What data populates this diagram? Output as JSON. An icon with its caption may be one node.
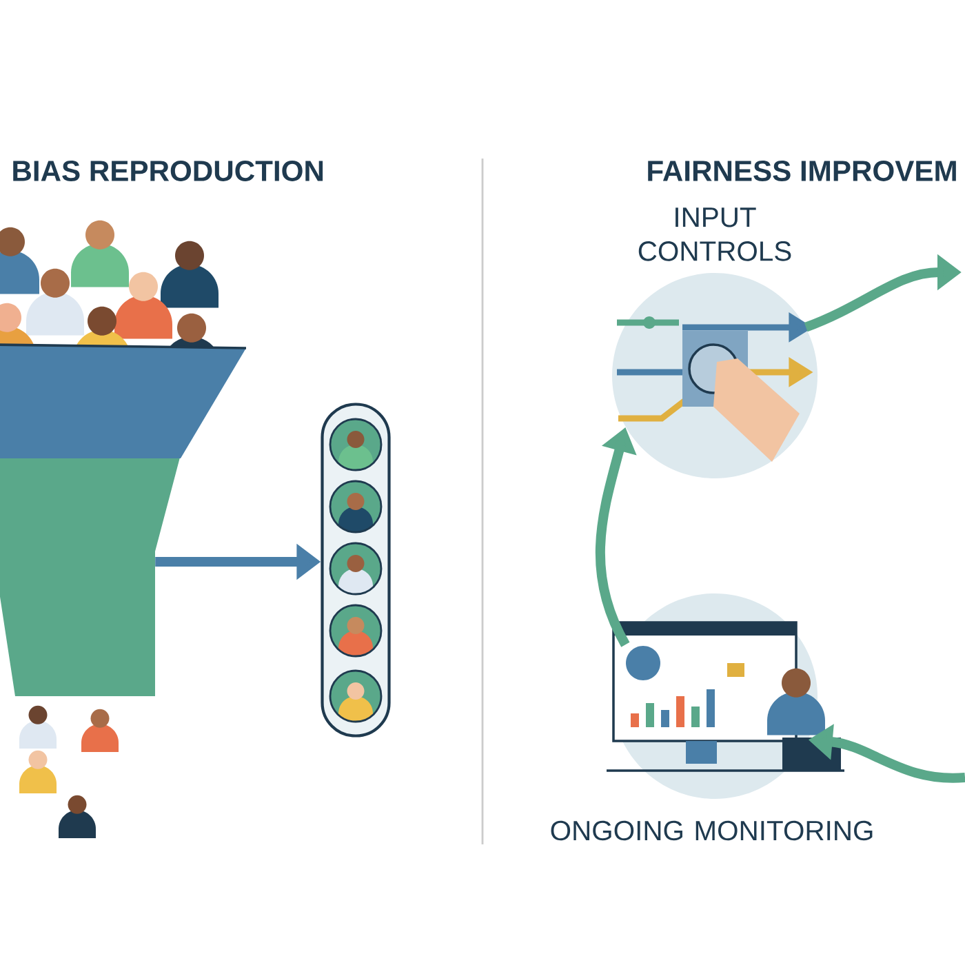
{
  "diagram": {
    "nodes": [
      {
        "text": [],
        "shape": "picture"
      },
      {
        "text": [],
        "shape": "box"
      },
      {
        "text": [
          "INPUT CONTROLS"
        ]
      },
      {
        "text": [
          "ONGOING MONITORING"
        ]
      }
    ],
    "edges": [
      {
        "from": 0,
        "to": 1,
        "arrow": "to",
        "color": "#4a7fa8"
      },
      {
        "from": 3,
        "to": 2,
        "arrow": "to"
      },
      {
        "from": 2,
        "to": null,
        "arrow": "to"
      },
      {
        "from": null,
        "to": 3,
        "arrow": "to"
      }
    ],
    "labels": [
      "BIAS REPRODUCTION",
      "FAIRNESS IMPROVEM"
    ]
  }
}
